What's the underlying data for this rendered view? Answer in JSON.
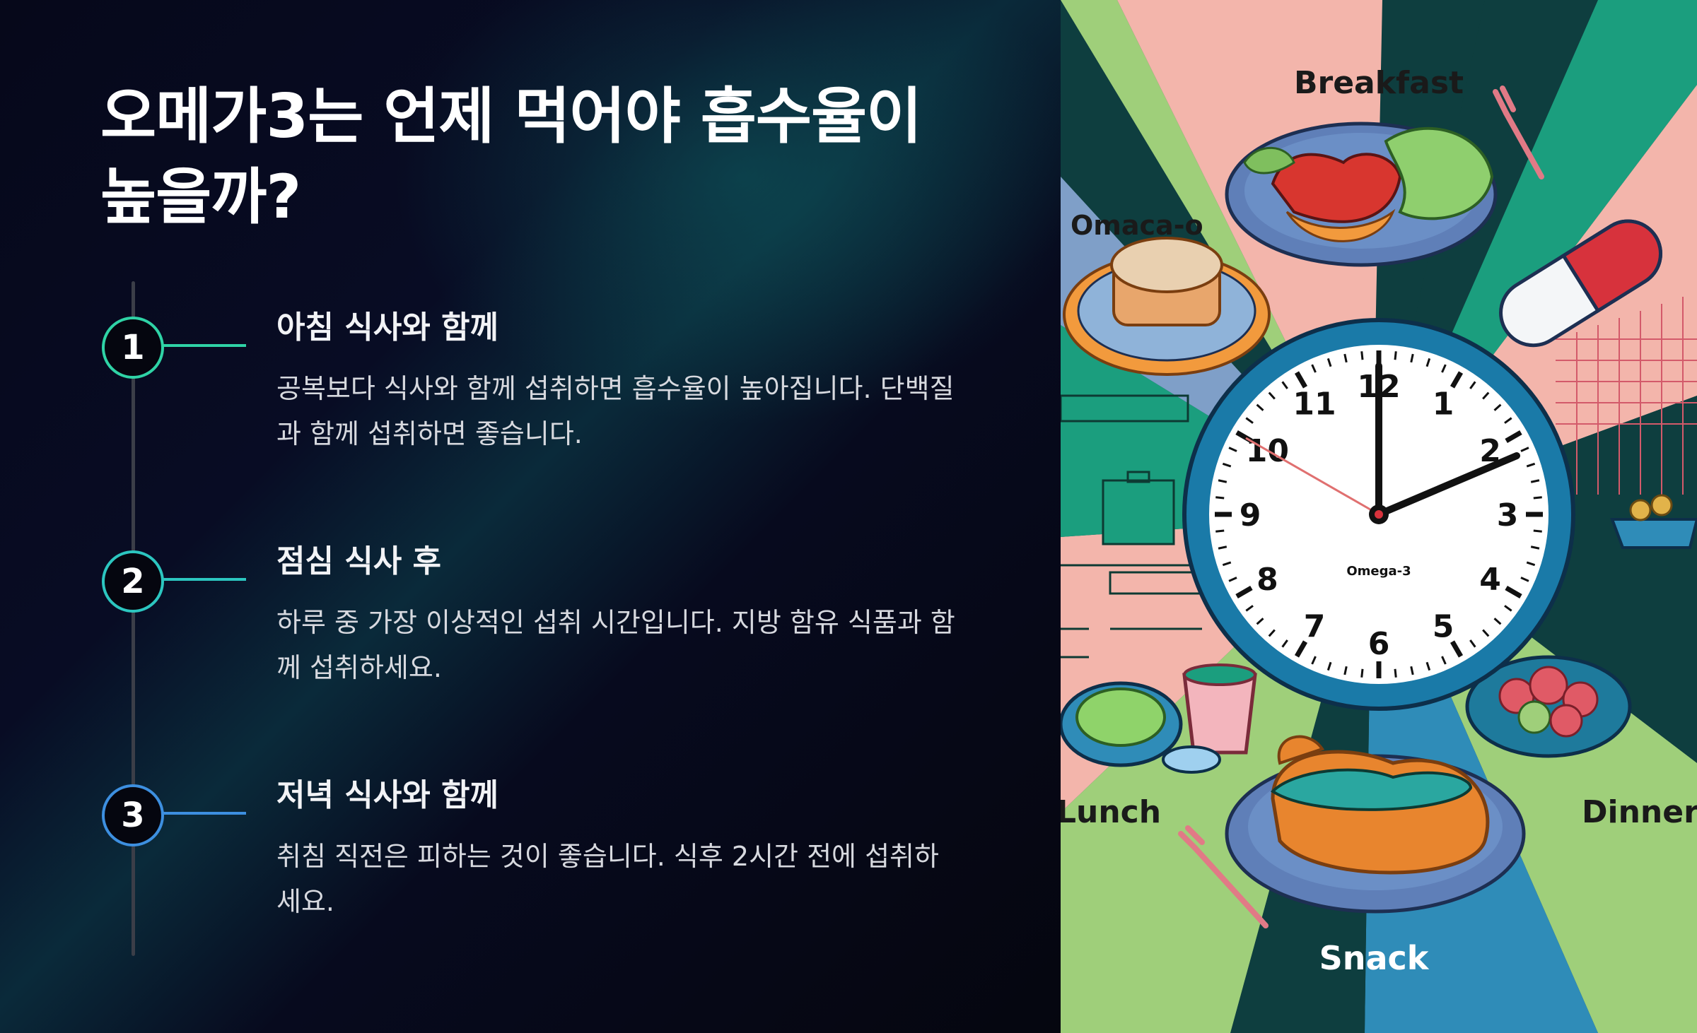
{
  "title": "오메가3는 언제 먹어야 흡수율이 높을까?",
  "steps": [
    {
      "number": "1",
      "title": "아침 식사와 함께",
      "description": "공복보다 식사와 함께 섭취하면 흡수율이 높아집니다. 단백질과 함께 섭취하면 좋습니다.",
      "color": "#2fd3a6"
    },
    {
      "number": "2",
      "title": "점심 식사 후",
      "description": "하루 중 가장 이상적인 섭취 시간입니다. 지방 함유 식품과 함께 섭취하세요.",
      "color": "#2cc6c0"
    },
    {
      "number": "3",
      "title": "저녁 식사와 함께",
      "description": "취침 직전은 피하는 것이 좋습니다. 식후 2시간 전에 섭취하세요.",
      "color": "#3d8fe0"
    }
  ],
  "illustration": {
    "labels": {
      "breakfast": "Breakfast",
      "omacao": "Omaca-o",
      "lunch": "Lunch",
      "dinner": "Dinner",
      "snack": "Snack"
    },
    "clock": {
      "brand": "Omega-3",
      "numbers": [
        "12",
        "1",
        "2",
        "3",
        "4",
        "5",
        "6",
        "7",
        "8",
        "9",
        "10",
        "11"
      ],
      "time": "2:00",
      "second_hand_position": "10",
      "face_color": "#ffffff",
      "rim_color": "#1a7aa8"
    },
    "colors": [
      "#f3b5ab",
      "#9fcf7a",
      "#1b9e7e",
      "#0e3e3f",
      "#2f8cb8"
    ]
  }
}
